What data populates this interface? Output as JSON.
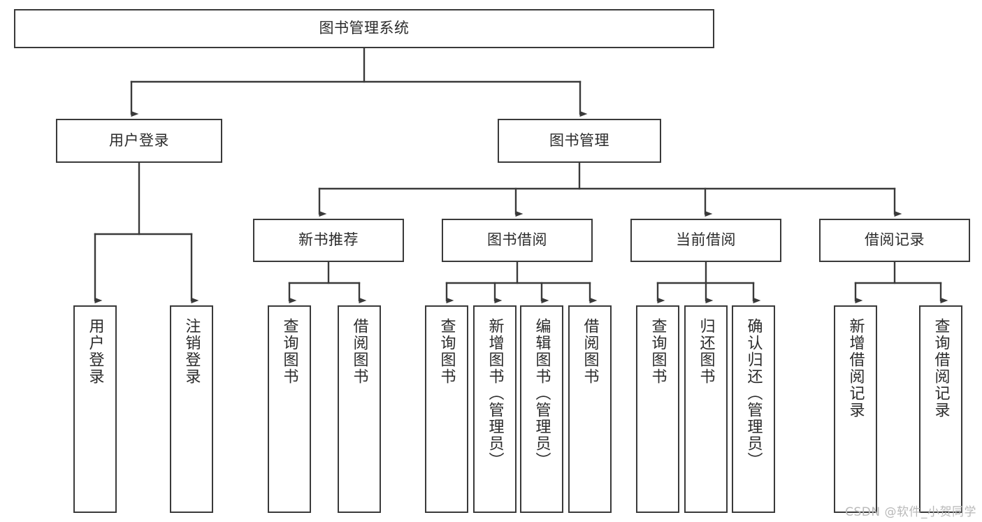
{
  "diagram": {
    "title": "图书管理系统",
    "type": "tree-hierarchy-chart",
    "watermark": "CSDN @软件_小贺同学",
    "stroke_color": "#3a3a3a",
    "fill_color": "#ffffff",
    "text_color": "#2b2b2b",
    "nodes": {
      "root": {
        "label": "图书管理系统"
      },
      "level2": [
        {
          "label": "用户登录"
        },
        {
          "label": "图书管理"
        }
      ],
      "level3": [
        {
          "label": "新书推荐"
        },
        {
          "label": "图书借阅"
        },
        {
          "label": "当前借阅"
        },
        {
          "label": "借阅记录"
        }
      ],
      "leaves": {
        "user_login": [
          {
            "label": "用户登录"
          },
          {
            "label": "注销登录"
          }
        ],
        "new_book_recommend": [
          {
            "label": "查询图书"
          },
          {
            "label": "借阅图书"
          }
        ],
        "book_borrow": [
          {
            "label": "查询图书"
          },
          {
            "label": "新增图书（管理员）"
          },
          {
            "label": "编辑图书（管理员）"
          },
          {
            "label": "借阅图书"
          }
        ],
        "current_borrow": [
          {
            "label": "查询图书"
          },
          {
            "label": "归还图书"
          },
          {
            "label": "确认归还（管理员）"
          }
        ],
        "borrow_record": [
          {
            "label": "新增借阅记录"
          },
          {
            "label": "查询借阅记录"
          }
        ]
      }
    }
  }
}
